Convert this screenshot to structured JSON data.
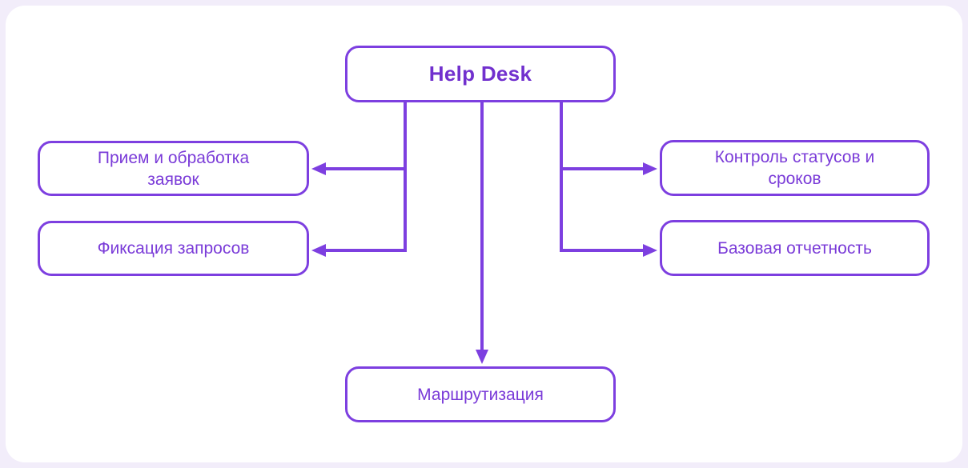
{
  "diagram": {
    "type": "flowchart",
    "title": "Help Desk",
    "colors": {
      "background": "#F2EDFA",
      "canvas": "#FFFFFF",
      "accent": "#7D3FE0",
      "title_text": "#7130CE",
      "node_text": "#7A3BD8"
    },
    "nodes": [
      {
        "id": "help-desk",
        "label": "Help Desk"
      },
      {
        "id": "intake",
        "label": "Прием и обработка заявок"
      },
      {
        "id": "request-capture",
        "label": "Фиксация запросов"
      },
      {
        "id": "status-control",
        "label": "Контроль статусов и сроков"
      },
      {
        "id": "basic-reporting",
        "label": "Базовая отчетность"
      },
      {
        "id": "routing",
        "label": "Маршрутизация"
      }
    ],
    "edges": [
      {
        "from": "help-desk",
        "to": "intake"
      },
      {
        "from": "help-desk",
        "to": "request-capture"
      },
      {
        "from": "help-desk",
        "to": "status-control"
      },
      {
        "from": "help-desk",
        "to": "basic-reporting"
      },
      {
        "from": "help-desk",
        "to": "routing"
      }
    ]
  }
}
